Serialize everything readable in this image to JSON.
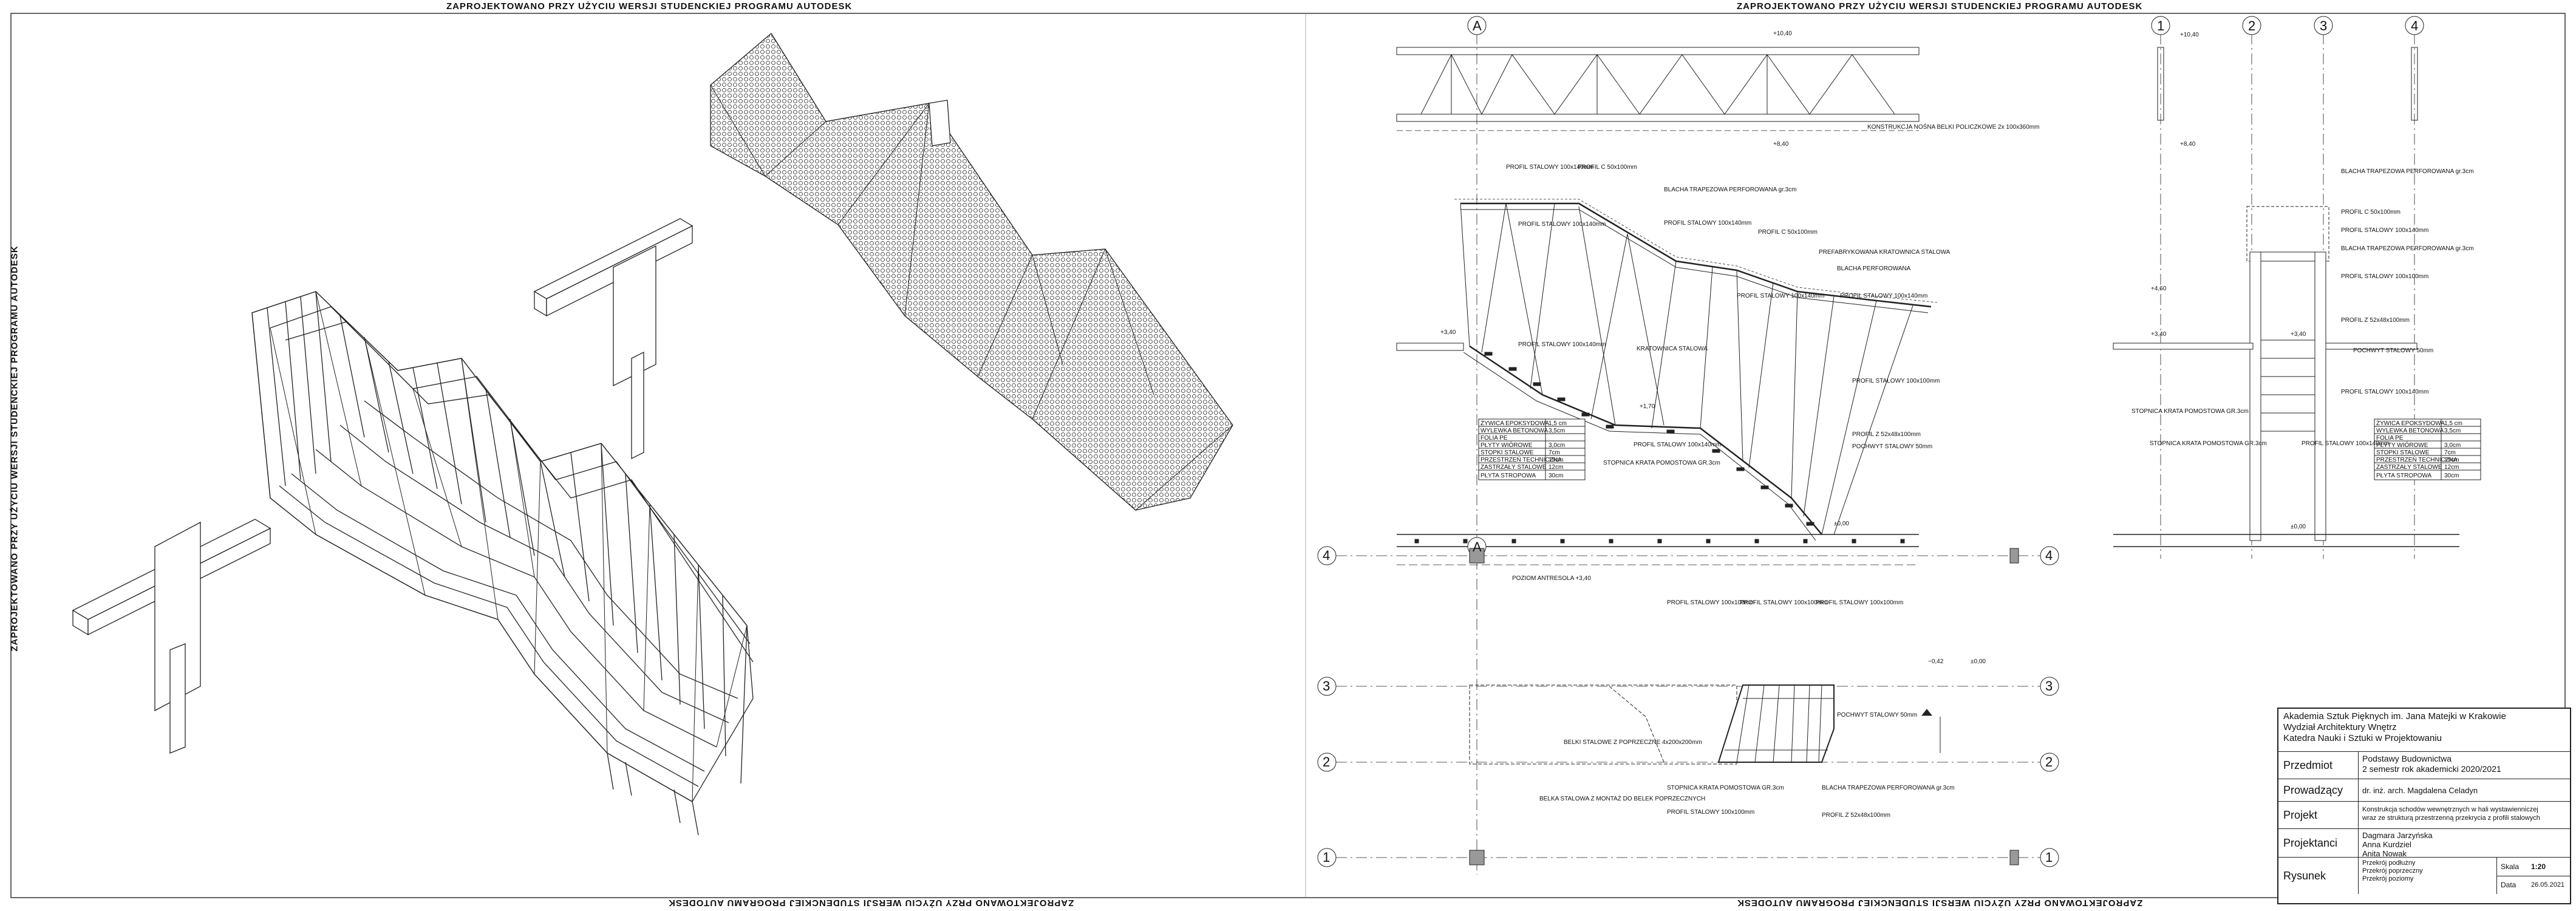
{
  "watermark": "ZAPROJEKTOWANO PRZY UŻYCIU WERSJI STUDENCKIEJ PROGRAMU AUTODESK",
  "axes": {
    "A": "A",
    "n1": "1",
    "n2": "2",
    "n3": "3",
    "n4": "4"
  },
  "levels": {
    "l1040": "+10,40",
    "l840": "+8,40",
    "l460": "+4,60",
    "l340": "+3,40",
    "l170": "+1,70",
    "l000": "±0,00",
    "lm042": "−0,42"
  },
  "section_labels": {
    "profil_stalowy_100x140": "PROFIL STALOWY 100x140mm",
    "profil_c": "PROFIL C 50x100mm",
    "blacha_trapezowa": "BLACHA TRAPEZOWA PERFOROWANA gr.3cm",
    "konstrukcja_nosna": "KONSTRUKCJA NOŚNA BELKI POLICZKOWE 2x 100x360mm",
    "prefabrykowana": "PREFABRYKOWANA KRATOWNICA STALOWA",
    "blacha_perforowana": "BLACHA PERFOROWANA",
    "kratownica": "KRATOWNICA STALOWA",
    "profil_z": "PROFIL Z 52x48x100mm",
    "pochwyt": "POCHWYT STALOWY 50mm",
    "stopnica": "STOPNICA KRATA POMOSTOWA GR.3cm",
    "profil_stalowy_100x100": "PROFIL STALOWY 100x100mm",
    "poziom_antresola": "POZIOM ANTRESOLA +3,40",
    "belki_stalowe": "BELKI STALOWE Z POPRZECZNE 4x200x200mm",
    "belka_stalowa": "BELKA STALOWA Z MONTAŻ DO BELEK POPRZECZNYCH"
  },
  "layers_table": {
    "rows": [
      "ŻYWICA EPOKSYDOWA",
      "WYLEWKA BETONOWA",
      "FOLIA PE",
      "PŁYTY WIÓROWE",
      "STOPKI STALOWE",
      "PRZESTRZEŃ TECHNICZNA",
      "ZASTRZAŁY STALOWE",
      "PŁYTA STROPOWA"
    ],
    "values": [
      "1,5 cm",
      "3,5cm",
      "",
      "3,0cm",
      "7cm",
      "15cm",
      "12cm",
      "30cm"
    ]
  },
  "title_block": {
    "institution_l1": "Akademia Sztuk Pięknych im. Jana Matejki w Krakowie",
    "institution_l2": "Wydział Architektury Wnętrz",
    "institution_l3": "Katedra Nauki i Sztuki w Projektowaniu",
    "przedmiot_label": "Przedmiot",
    "przedmiot_l1": "Podstawy Budownictwa",
    "przedmiot_l2": "2 semestr rok akademicki 2020/2021",
    "prowadzacy_label": "Prowadzący",
    "prowadzacy": "dr. inż. arch. Magdalena Celadyn",
    "projekt_label": "Projekt",
    "projekt_l1": "Konstrukcja schodów wewnętrznych w hali wystawienniczej",
    "projekt_l2": "wraz ze strukturą przestrzenną przekrycia z profili stalowych",
    "projektanci_label": "Projektanci",
    "projektant_1": "Dagmara Jarzyńska",
    "projektant_2": "Anna Kurdziel",
    "projektant_3": "Anita Nowak",
    "rysunek_label": "Rysunek",
    "rysunek_l1": "Przekrój podłużny",
    "rysunek_l2": "Przekrój poprzeczny",
    "rysunek_l3": "Przekrój poziomy",
    "skala_label": "Skala",
    "skala": "1:20",
    "data_label": "Data",
    "data": "26.05.2021"
  }
}
